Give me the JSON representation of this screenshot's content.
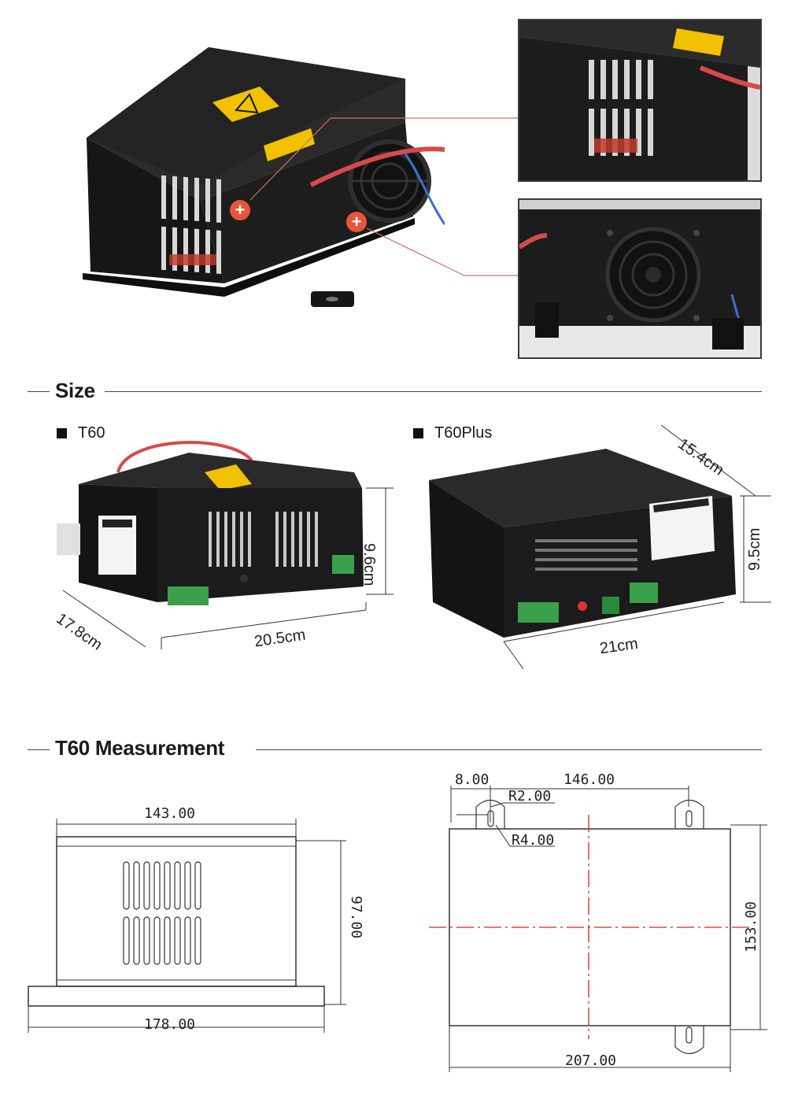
{
  "sections": {
    "size_title": "Size",
    "measurement_title": "T60 Measurement"
  },
  "models": {
    "t60": {
      "label": "T60",
      "width": "20.5cm",
      "depth": "17.8cm",
      "height": "9.6cm"
    },
    "t60plus": {
      "label": "T60Plus",
      "width": "21cm",
      "depth": "15.4cm",
      "height": "9.5cm"
    }
  },
  "drawing": {
    "front": {
      "top_width": "143.00",
      "height": "97.00",
      "base_width": "178.00"
    },
    "top": {
      "offset": "8.00",
      "hole_spacing": "146.00",
      "radius_small": "R2.00",
      "radius_large": "R4.00",
      "depth": "153.00",
      "total_width": "207.00"
    }
  },
  "colors": {
    "accent_marker": "#e8553a",
    "callout_line": "#d0705e",
    "chassis": "#1c1c1c",
    "warning_label": "#f2c200",
    "terminal_green": "#3aa04a",
    "centerline": "#e02020"
  },
  "icons": [
    "plus-marker-icon",
    "warning-sign-icon",
    "bullet-square-icon"
  ]
}
